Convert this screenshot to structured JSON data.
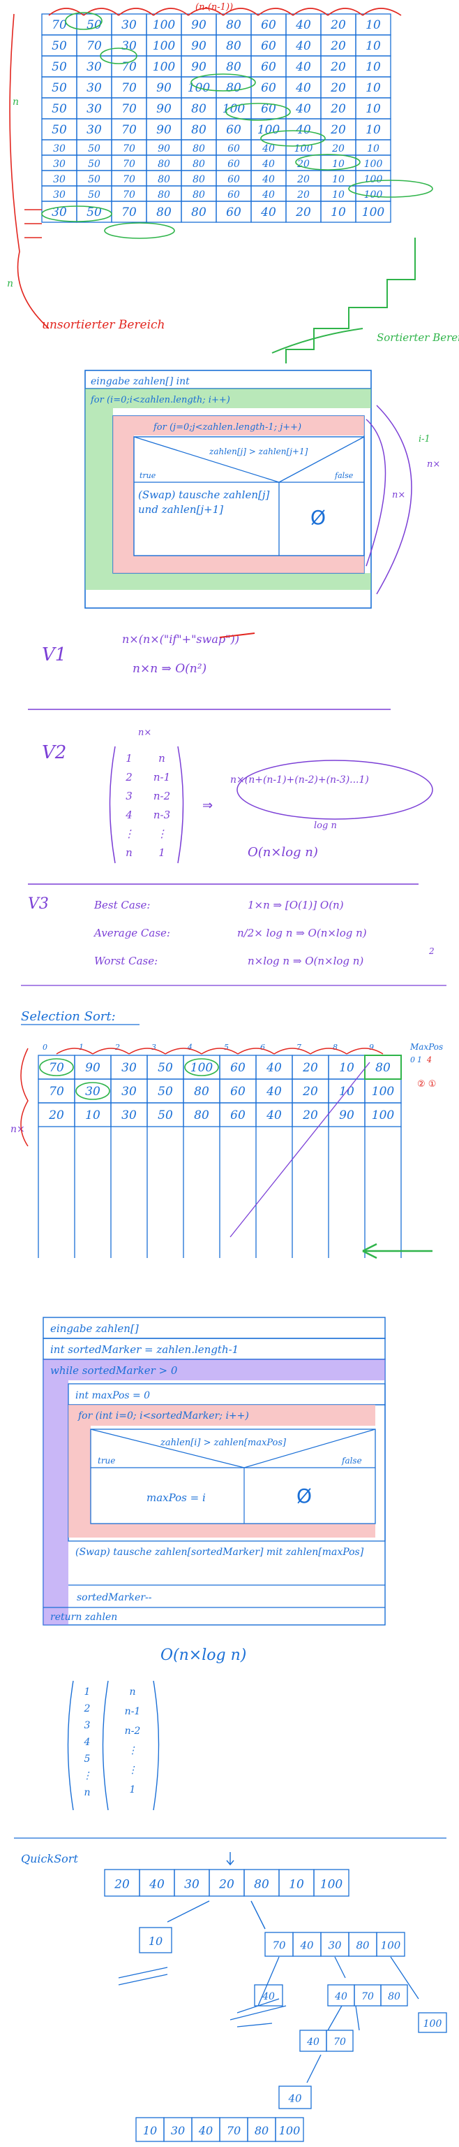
{
  "colors": {
    "ink_blue": "#1a6fd6",
    "ink_red": "#e2261f",
    "ink_green": "#2fb44a",
    "ink_purple": "#7b3fd6",
    "highlight_red": "#f7b9b9",
    "highlight_green": "#7fd67f",
    "highlight_purple": "#9c7bf0"
  },
  "bubble_sort": {
    "grid": [
      [
        "70",
        "50",
        "30",
        "100",
        "90",
        "80",
        "60",
        "40",
        "20",
        "10"
      ],
      [
        "50",
        "70",
        "30",
        "100",
        "90",
        "80",
        "60",
        "40",
        "20",
        "10"
      ],
      [
        "50",
        "30",
        "70",
        "100",
        "90",
        "80",
        "60",
        "40",
        "20",
        "10"
      ],
      [
        "50",
        "30",
        "70",
        "90",
        "100",
        "80",
        "60",
        "40",
        "20",
        "10"
      ],
      [
        "50",
        "30",
        "70",
        "90",
        "80",
        "100",
        "60",
        "40",
        "20",
        "10"
      ],
      [
        "50",
        "30",
        "70",
        "90",
        "80",
        "60",
        "100",
        "40",
        "20",
        "10"
      ],
      [
        "30",
        "50",
        "70",
        "90",
        "80",
        "60",
        "40",
        "100",
        "20",
        "10"
      ],
      [
        "30",
        "50",
        "70",
        "80",
        "80",
        "60",
        "40",
        "20",
        "10",
        "100"
      ],
      [
        "30",
        "50",
        "70",
        "80",
        "80",
        "60",
        "40",
        "20",
        "10",
        "100"
      ],
      [
        "30",
        "50",
        "70",
        "80",
        "80",
        "60",
        "40",
        "20",
        "10",
        "100"
      ],
      [
        "30",
        "50",
        "70",
        "80",
        "80",
        "60",
        "40",
        "20",
        "10",
        "100"
      ]
    ],
    "top_label": "(n-(n-1))",
    "unsorted_label": "unsortierter Bereich",
    "sorted_label": "Sortierter Bereich",
    "n_labels": [
      "n",
      "n"
    ],
    "nassi": {
      "input": "eingabe zahlen[] int",
      "outer_loop": "for (i=0;i<zahlen.length; i++)",
      "inner_loop": "for (j=0;j<zahlen.length-1; j++)",
      "condition": "zahlen[j] > zahlen[j+1]",
      "true_label": "true",
      "false_label": "false",
      "swap": "(Swap) tausche zahlen[j] und zahlen[j+1]",
      "empty": "Ø",
      "side_labels": [
        "i-1",
        "n×",
        "n×"
      ]
    },
    "v1": {
      "label": "V1",
      "expr1": "n×(n×(\"if\"+\"swap\"))",
      "expr2": "n×n ⇒ O(n²)"
    },
    "v2": {
      "label": "V2",
      "top": "n×",
      "left_col": [
        "1",
        "2",
        "3",
        "4",
        "⋮",
        "n"
      ],
      "right_col": [
        "n",
        "n-1",
        "n-2",
        "n-3",
        "⋮",
        "1"
      ],
      "sum": "n×(n+(n-1)+(n-2)+(n-3)...1)",
      "log": "log n",
      "result": "O(n×log n)"
    },
    "v3": {
      "label": "V3",
      "rows": [
        {
          "case": "Best Case:",
          "value": "1×n ⇒ [O(1)] O(n)"
        },
        {
          "case": "Average Case:",
          "value": "n/2× log n ⇒ O(n×log n)"
        },
        {
          "case": "Worst Case:",
          "value": "n×log n ⇒ O(n×log n)"
        }
      ],
      "suffix": "2"
    }
  },
  "selection_sort": {
    "title": "Selection Sort:",
    "indices": [
      "0",
      "1",
      "2",
      "3",
      "4",
      "5",
      "6",
      "7",
      "8",
      "9"
    ],
    "max_pos_label": "MaxPos",
    "max_pos_values": [
      "0",
      "1",
      "4"
    ],
    "grid": [
      [
        "70",
        "90",
        "30",
        "50",
        "100",
        "60",
        "40",
        "20",
        "10",
        "80"
      ],
      [
        "70",
        "30",
        "30",
        "50",
        "80",
        "60",
        "40",
        "20",
        "10",
        "100"
      ],
      [
        "20",
        "10",
        "30",
        "50",
        "80",
        "60",
        "40",
        "20",
        "90",
        "100"
      ]
    ],
    "circled_mark": "② ①",
    "n_label": "n×",
    "nassi": {
      "input": "eingabe zahlen[]",
      "marker": "int sortedMarker = zahlen.length-1",
      "while": "while sortedMarker > 0",
      "maxpos_init": "int maxPos = 0",
      "for": "for (int i=0; i<sortedMarker; i++)",
      "condition": "zahlen[i] > zahlen[maxPos]",
      "true_label": "true",
      "false_label": "false",
      "assign": "maxPos = i",
      "empty": "Ø",
      "swap": "(Swap) tausche zahlen[sortedMarker] mit zahlen[maxPos]",
      "decrement": "sortedMarker--",
      "return": "return zahlen"
    },
    "complexity": "O(n×log n)",
    "left_col": [
      "1",
      "2",
      "3",
      "4",
      "5",
      "⋮",
      "n"
    ],
    "right_col": [
      "n",
      "n-1",
      "n-2",
      "⋮",
      "⋮",
      "1"
    ]
  },
  "quick_sort": {
    "title": "QuickSort",
    "array": [
      "20",
      "40",
      "30",
      "20",
      "80",
      "10",
      "100"
    ],
    "left_part": [
      "10"
    ],
    "right_part": [
      "70",
      "40",
      "30",
      "80",
      "100"
    ],
    "level2_left": [
      "40"
    ],
    "level2_mid": [
      "40",
      "70",
      "80"
    ],
    "level2_right": [
      "100"
    ],
    "level3": [
      "40",
      "70"
    ],
    "level4": [
      "40"
    ],
    "result": [
      "10",
      "30",
      "40",
      "70",
      "80",
      "100"
    ]
  }
}
